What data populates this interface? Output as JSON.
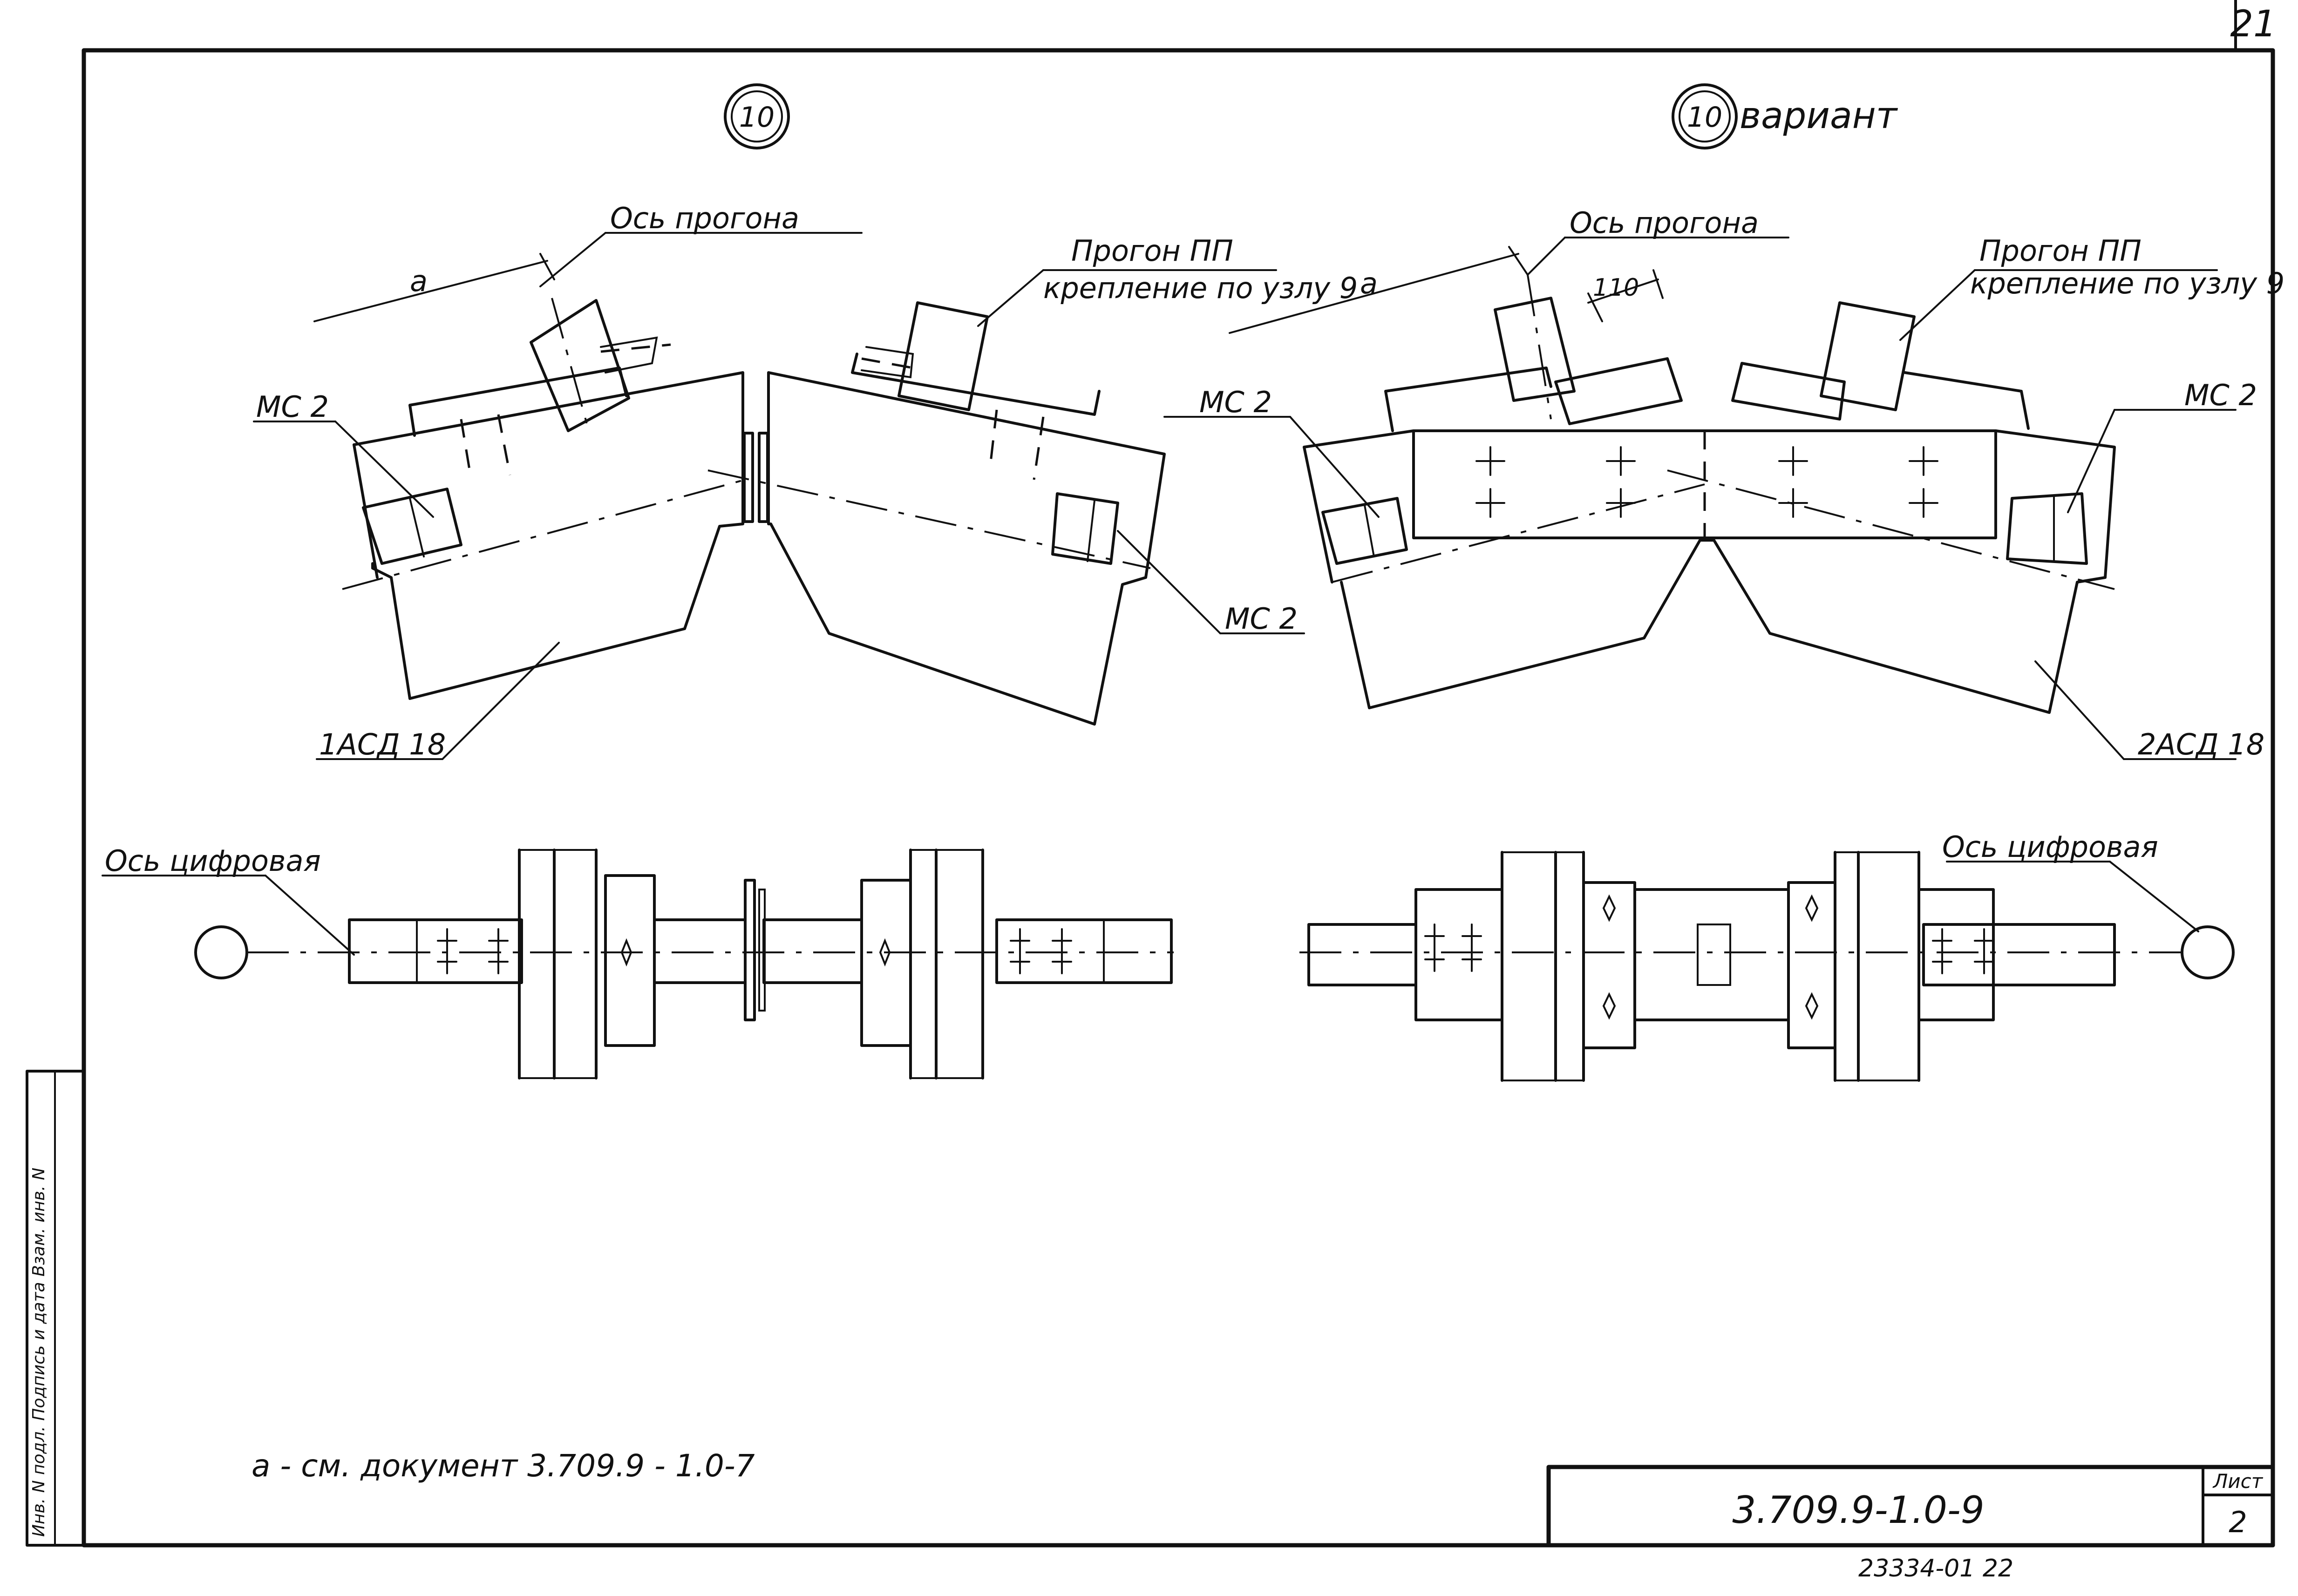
{
  "sheet": {
    "page_number": "21",
    "title_block": {
      "document_code": "3.709.9-1.0-9",
      "sheet_label": "Лист",
      "sheet_number": "2",
      "inventory_stamp": "23334-01  22"
    },
    "side_stamp": "Инв. N подл.  Подпись и дата  Взам. инв. N"
  },
  "left_view": {
    "node_number": "10",
    "labels": {
      "purlin_axis": "Ось прогона",
      "dim_a": "a",
      "purlin_name": "Прогон ПП",
      "purlin_fixing": "крепление по узлу 9",
      "mc_left": "МС 2",
      "mc_right": "МС 2",
      "truss": "1АСД 18"
    }
  },
  "right_view": {
    "node_number": "10",
    "variant": "вариант",
    "labels": {
      "purlin_axis": "Ось прогона",
      "dim_a": "a",
      "dim_110": "110",
      "purlin_name": "Прогон ПП",
      "purlin_fixing": "крепление по узлу 9",
      "mc_left": "МС 2",
      "mc_right": "МС 2",
      "truss": "2АСД 18"
    }
  },
  "plan_views": {
    "left_axis_label": "Ось цифровая",
    "right_axis_label": "Ось цифровая"
  },
  "footnote": "a - см. документ 3.709.9 - 1.0-7"
}
